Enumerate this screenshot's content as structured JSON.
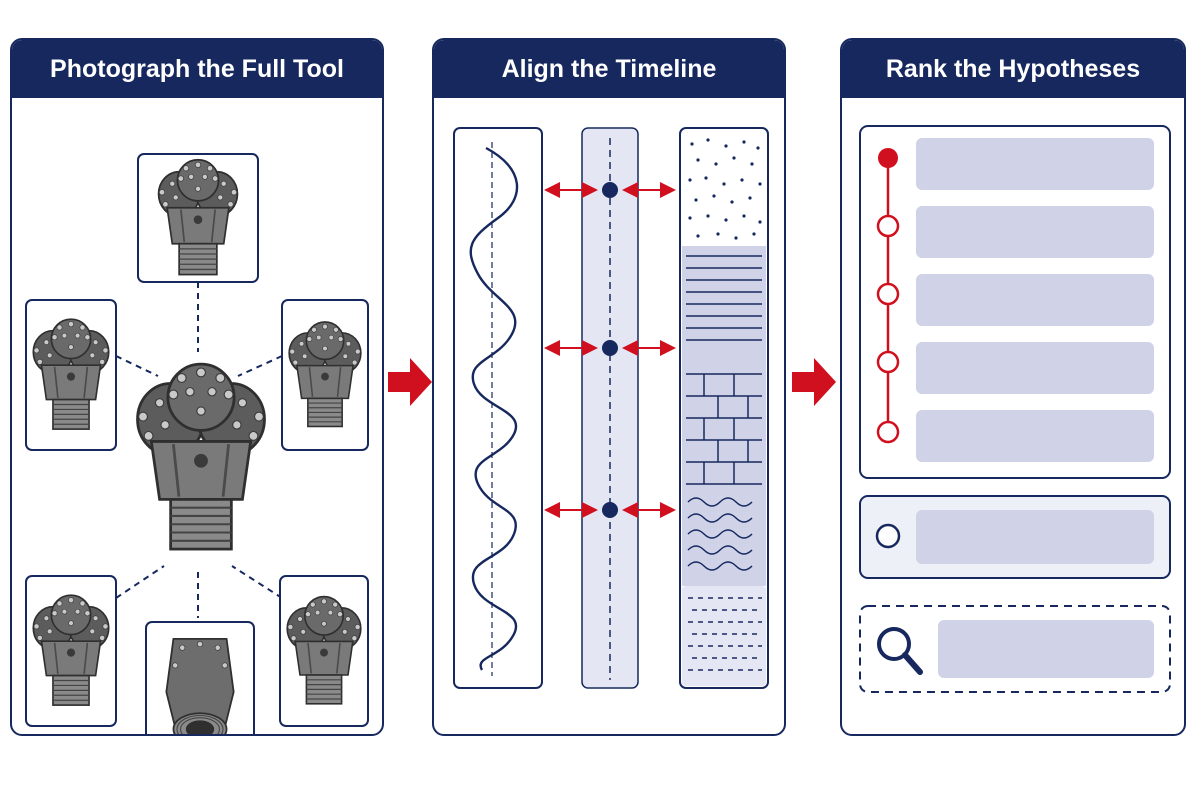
{
  "colors": {
    "navy": "#16285e",
    "accent_red": "#d0101e",
    "lavender": "#d0d3e8",
    "lavender_light": "#e4e6f3",
    "photo_gray": "#6f6f6f"
  },
  "panels": [
    {
      "title": "Photograph the Full Tool",
      "views": [
        "top-view",
        "left-view",
        "right-view",
        "center-view",
        "bottom-left-view",
        "bottom-view",
        "bottom-right-view"
      ]
    },
    {
      "title": "Align the Timeline",
      "columns": [
        "sensor-wave-trace",
        "timeline-axis",
        "lithology-strip"
      ],
      "tie_points": 3,
      "lithology_patterns": [
        "dotted",
        "horizontal-lines",
        "brick",
        "wavy",
        "dashed"
      ]
    },
    {
      "title": "Rank the Hypotheses",
      "ranked_hypotheses": 5,
      "extra_items": [
        "unranked-hypothesis",
        "search-hypothesis"
      ],
      "icons": [
        "filled-circle-icon",
        "open-circle-icon",
        "magnifier-icon"
      ]
    }
  ],
  "flow_arrows": [
    "arrow-panel1-to-panel2",
    "arrow-panel2-to-panel3"
  ]
}
